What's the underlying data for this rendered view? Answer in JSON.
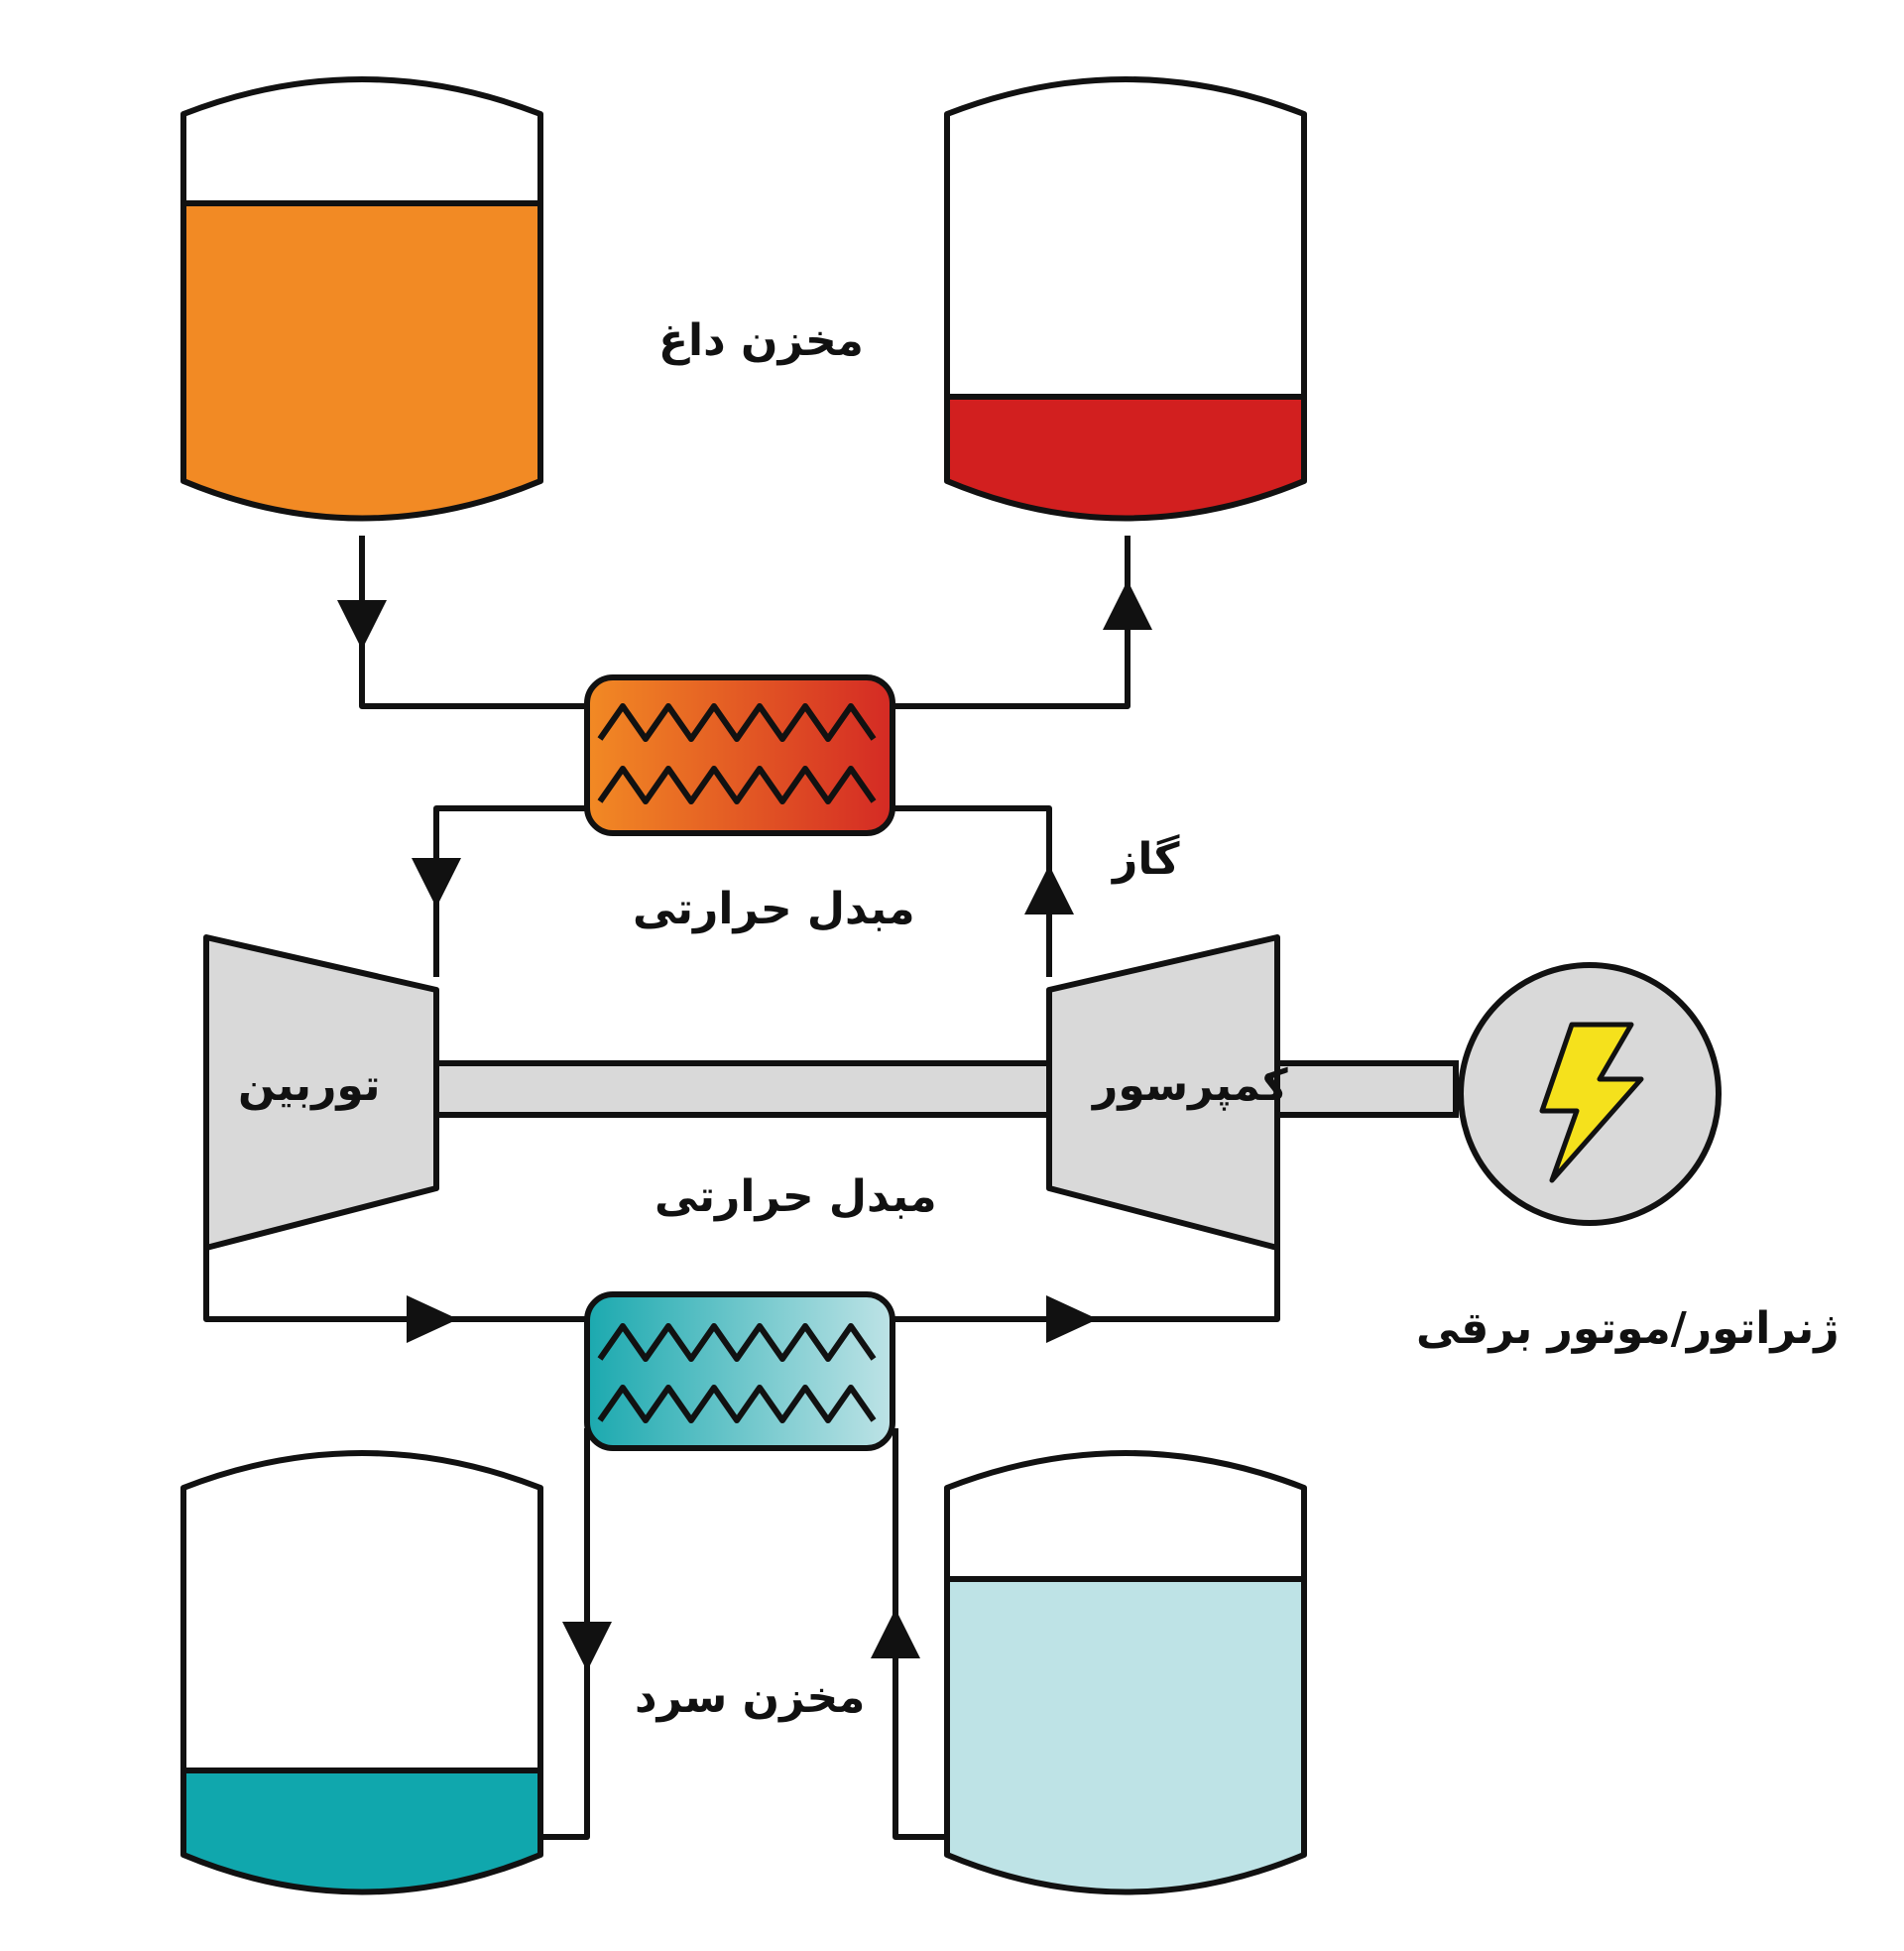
{
  "labels": {
    "hot_storage": "مخزن داغ",
    "cold_storage": "مخزن سرد",
    "heat_exchanger_top": "مبدل حرارتی",
    "heat_exchanger_bottom": "مبدل حرارتی",
    "gas": "گاز",
    "turbine": "توربین",
    "compressor": "کمپرسور",
    "generator_motor": "ژنراتور/موتور برقی"
  },
  "colors": {
    "hot_tank_fluid": "#F28A24",
    "hot_return_fluid": "#D21F1F",
    "cold_tank_fluid": "#10A7AD",
    "cold_return_fluid": "#BEE3E6",
    "machine_fill": "#D9D9D9",
    "lightning": "#F5E11C",
    "line": "#111111"
  },
  "tank_fill_levels": {
    "hot_storage_left": 0.7,
    "hot_storage_right": 0.28,
    "cold_storage_left": 0.28,
    "cold_storage_right": 0.68
  },
  "icons": {
    "generator": "lightning-bolt-icon",
    "heat_exchanger": "zigzag-coil-icon"
  }
}
